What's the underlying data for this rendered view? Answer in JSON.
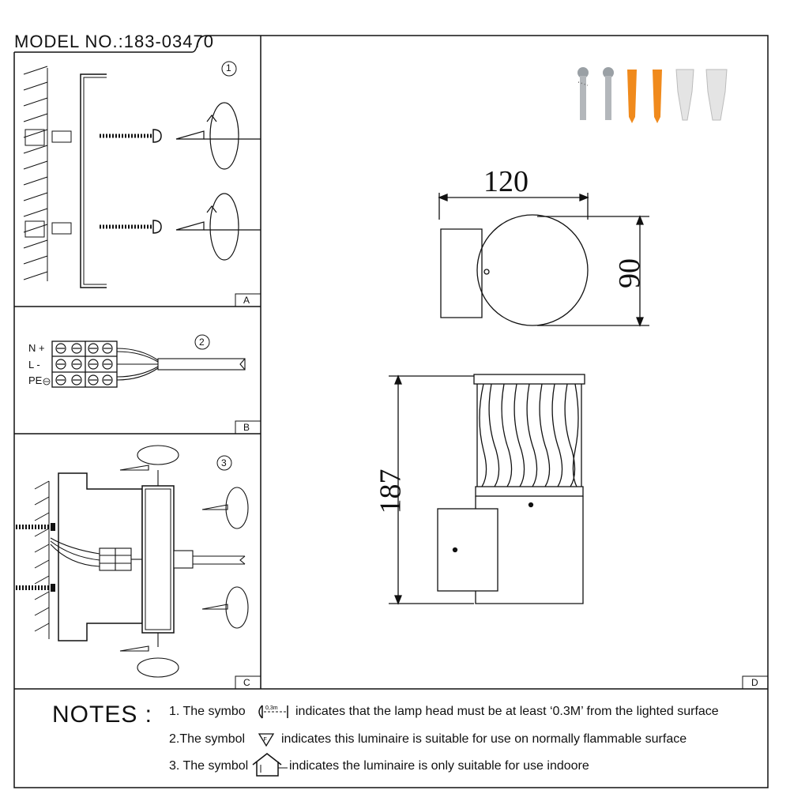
{
  "header": {
    "model_label": "MODEL NO.:183-03470"
  },
  "panels": {
    "a": {
      "tag": "A",
      "step": "1"
    },
    "b": {
      "tag": "B",
      "step": "2",
      "terminals": [
        "N +",
        "L -",
        "PE"
      ]
    },
    "c": {
      "tag": "C",
      "step": "3"
    },
    "d": {
      "tag": "D"
    }
  },
  "dimensions": {
    "width": "120",
    "height_top": "90",
    "height_side": "187"
  },
  "notes": {
    "title": "NOTES :",
    "items": [
      {
        "prefix": "1. The symbo",
        "symbol_text": "0,3m",
        "suffix": "indicates that the lamp head must be at least ‘0.3M’ from the lighted surface"
      },
      {
        "prefix": "2.The symbol",
        "symbol_text": "F",
        "suffix": "indicates this luminaire is suitable for use on normally flammable surface"
      },
      {
        "prefix": "3. The symbol",
        "symbol_text": "",
        "suffix": "indicates the luminaire is only suitable for use indoore"
      }
    ]
  },
  "colors": {
    "line": "#111111",
    "anchor": "#f08a1c",
    "cap": "#e4e4e4",
    "screw": "#a8acb0"
  }
}
